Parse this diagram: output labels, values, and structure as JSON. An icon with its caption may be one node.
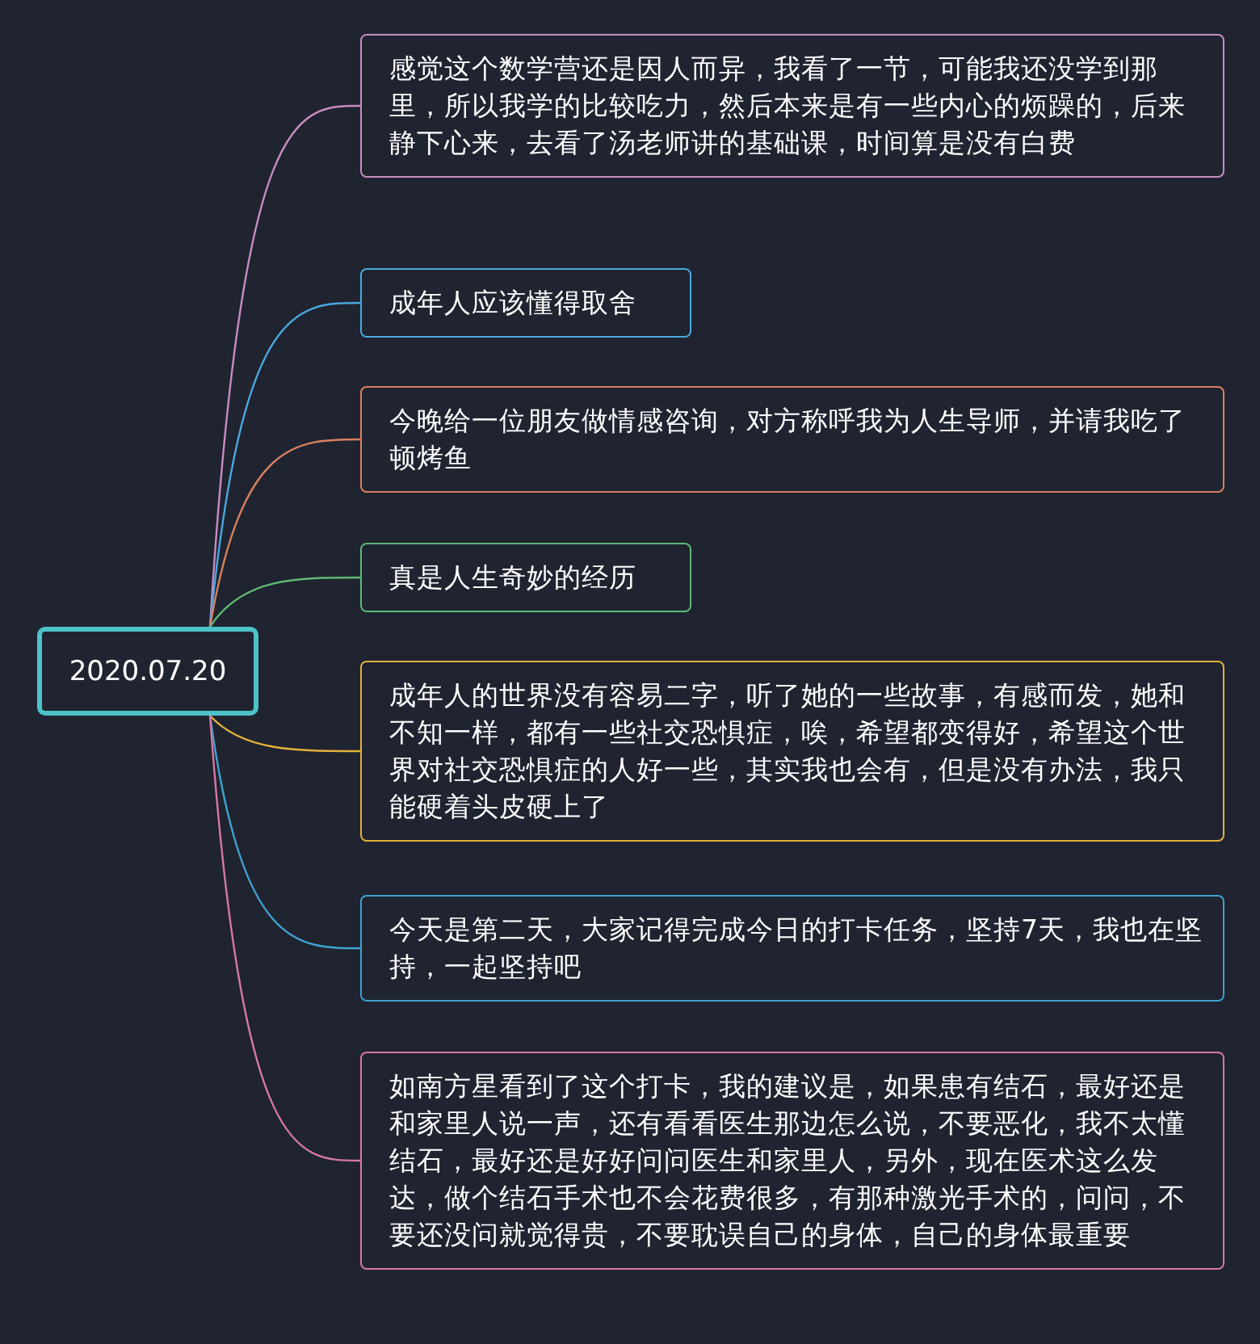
{
  "diagram": {
    "nodes": [
      {
        "text": [
          "2020.07.20"
        ]
      },
      {
        "text": [
          "感觉这个数学营还是因人而异，我看了一节，可能我还没学到那里，所以我学的比较吃力，然后本来是有一些内心的烦躁的，后来静下心来，去看了汤老师讲的基础课，时间算是没有白费"
        ]
      },
      {
        "text": [
          "成年人应该懂得取舍"
        ]
      },
      {
        "text": [
          "今晚给一位朋友做情感咨询，对方称呼我为人生导师，并请我吃了顿烤鱼"
        ]
      },
      {
        "text": [
          "真是人生奇妙的经历"
        ]
      },
      {
        "text": [
          "成年人的世界没有容易二字，听了她的一些故事，有感而发，她和不知一样，都有一些社交恐惧症，唉，希望都变得好，希望这个世界对社交恐惧症的人好一些，其实我也会有，但是没有办法，我只能硬着头皮硬上了"
        ]
      },
      {
        "text": [
          "今天是第二天，大家记得完成今日的打卡任务，坚持7天，我也在坚持，一起坚持吧"
        ]
      },
      {
        "text": [
          "如南方星看到了这个打卡，我的建议是，如果患有结石，最好还是和家里人说一声，还有看看医生那边怎么说，不要恶化，我不太懂结石，最好还是好好问问医生和家里人，另外，现在医术这么发达，做个结石手术也不会花费很多，有那种激光手术的，问问，不要还没问就觉得贵，不要耽误自己的身体，自己的身体最重要"
        ]
      }
    ],
    "edges": [
      {
        "from": 0,
        "to": 1,
        "arrow": "none",
        "color": "#c88cc0"
      },
      {
        "from": 0,
        "to": 2,
        "arrow": "none",
        "color": "#4aa8e0"
      },
      {
        "from": 0,
        "to": 3,
        "arrow": "none",
        "color": "#d9805f"
      },
      {
        "from": 0,
        "to": 4,
        "arrow": "none",
        "color": "#5fb874"
      },
      {
        "from": 0,
        "to": 5,
        "arrow": "none",
        "color": "#e2b23c"
      },
      {
        "from": 0,
        "to": 6,
        "arrow": "none",
        "color": "#3fa2cf"
      },
      {
        "from": 0,
        "to": 7,
        "arrow": "none",
        "color": "#d677a8"
      }
    ]
  }
}
